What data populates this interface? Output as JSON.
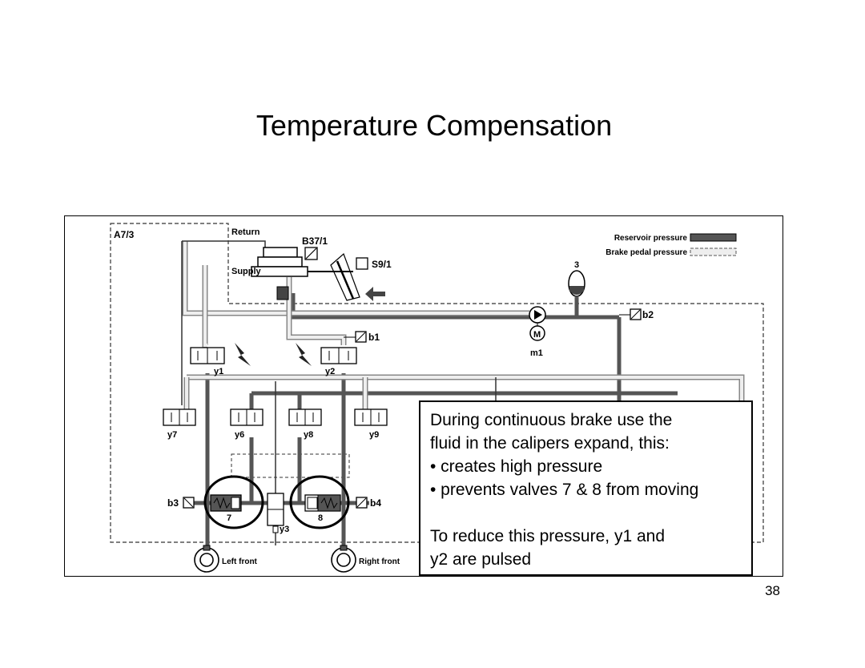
{
  "slide": {
    "title": "Temperature Compensation",
    "page_number": "38"
  },
  "diagram": {
    "module_label": "A7/3",
    "return_label": "Return",
    "supply_label": "Supply",
    "sensor_pedal": "B37/1",
    "switch_label": "S9/1",
    "accumulator_label": "3",
    "pump_label": "M",
    "motor_label": "m1",
    "sensor_b1": "b1",
    "sensor_b2": "b2",
    "sensor_b3": "b3",
    "sensor_b4": "b4",
    "valve_y1": "y1",
    "valve_y2": "y2",
    "valve_y3": "y3",
    "valve_y6": "y6",
    "valve_y7": "y7",
    "valve_y8": "y8",
    "valve_y9": "y9",
    "piston_7": "7",
    "piston_8": "8",
    "legend_reservoir": "Reservoir pressure",
    "legend_pedal": "Brake pedal pressure",
    "wheel_left": "Left front",
    "wheel_right": "Right front",
    "colors": {
      "reservoir": "#555555",
      "pedal": "#dddddd",
      "line": "#222222"
    }
  },
  "callout": {
    "line1": "During continuous brake use the",
    "line2": "fluid in the calipers expand, this:",
    "bullet1": "• creates high pressure",
    "bullet2": "• prevents valves 7 & 8 from moving",
    "line3": "To reduce this pressure, y1 and",
    "line4": "y2 are pulsed"
  }
}
